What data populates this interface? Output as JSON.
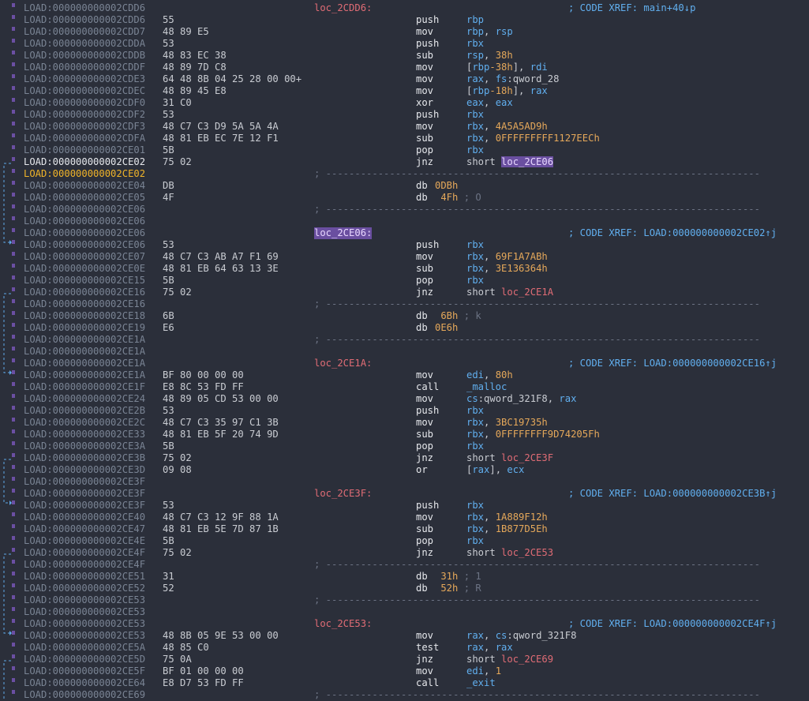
{
  "view": "IDA View",
  "lines": [
    {
      "addr": "LOAD:000000000002CDD6",
      "bytes": "",
      "label": "loc_2CDD6:",
      "xref": "; CODE XREF: main+40↓p"
    },
    {
      "addr": "LOAD:000000000002CDD6",
      "bytes": "55",
      "mnem": "push",
      "ops": [
        {
          "t": "rbp",
          "c": "reg"
        }
      ]
    },
    {
      "addr": "LOAD:000000000002CDD7",
      "bytes": "48 89 E5",
      "mnem": "mov",
      "ops": [
        {
          "t": "rbp",
          "c": "reg"
        },
        {
          "t": ", "
        },
        {
          "t": "rsp",
          "c": "reg"
        }
      ]
    },
    {
      "addr": "LOAD:000000000002CDDA",
      "bytes": "53",
      "mnem": "push",
      "ops": [
        {
          "t": "rbx",
          "c": "reg"
        }
      ]
    },
    {
      "addr": "LOAD:000000000002CDDB",
      "bytes": "48 83 EC 38",
      "mnem": "sub",
      "ops": [
        {
          "t": "rsp",
          "c": "reg"
        },
        {
          "t": ", "
        },
        {
          "t": "38h",
          "c": "num"
        }
      ]
    },
    {
      "addr": "LOAD:000000000002CDDF",
      "bytes": "48 89 7D C8",
      "mnem": "mov",
      "ops": [
        {
          "t": "["
        },
        {
          "t": "rbp",
          "c": "reg"
        },
        {
          "t": "-38h",
          "c": "num"
        },
        {
          "t": "], "
        },
        {
          "t": "rdi",
          "c": "reg"
        }
      ]
    },
    {
      "addr": "LOAD:000000000002CDE3",
      "bytes": "64 48 8B 04 25 28 00 00+",
      "mnem": "mov",
      "ops": [
        {
          "t": "rax",
          "c": "reg"
        },
        {
          "t": ", "
        },
        {
          "t": "fs",
          "c": "seg"
        },
        {
          "t": ":qword_28"
        }
      ]
    },
    {
      "addr": "LOAD:000000000002CDEC",
      "bytes": "48 89 45 E8",
      "mnem": "mov",
      "ops": [
        {
          "t": "["
        },
        {
          "t": "rbp",
          "c": "reg"
        },
        {
          "t": "-18h",
          "c": "num"
        },
        {
          "t": "], "
        },
        {
          "t": "rax",
          "c": "reg"
        }
      ]
    },
    {
      "addr": "LOAD:000000000002CDF0",
      "bytes": "31 C0",
      "mnem": "xor",
      "ops": [
        {
          "t": "eax",
          "c": "reg"
        },
        {
          "t": ", "
        },
        {
          "t": "eax",
          "c": "reg"
        }
      ]
    },
    {
      "addr": "LOAD:000000000002CDF2",
      "bytes": "53",
      "mnem": "push",
      "ops": [
        {
          "t": "rbx",
          "c": "reg"
        }
      ]
    },
    {
      "addr": "LOAD:000000000002CDF3",
      "bytes": "48 C7 C3 D9 5A 5A 4A",
      "mnem": "mov",
      "ops": [
        {
          "t": "rbx",
          "c": "reg"
        },
        {
          "t": ", "
        },
        {
          "t": "4A5A5AD9h",
          "c": "num"
        }
      ]
    },
    {
      "addr": "LOAD:000000000002CDFA",
      "bytes": "48 81 EB EC 7E 12 F1",
      "mnem": "sub",
      "ops": [
        {
          "t": "rbx",
          "c": "reg"
        },
        {
          "t": ", "
        },
        {
          "t": "0FFFFFFFFF1127EECh",
          "c": "num"
        }
      ]
    },
    {
      "addr": "LOAD:000000000002CE01",
      "bytes": "5B",
      "mnem": "pop",
      "ops": [
        {
          "t": "rbx",
          "c": "reg"
        }
      ]
    },
    {
      "addr": "LOAD:000000000002CE02",
      "bytes": "75 02",
      "mnem": "jnz",
      "cur": true,
      "ops": [
        {
          "t": "short "
        },
        {
          "t": "loc_2CE06",
          "c": "symsel"
        }
      ]
    },
    {
      "addr": "LOAD:000000000002CE02",
      "hl": true,
      "sep": "; ---------------------------------------------------------------------------"
    },
    {
      "addr": "LOAD:000000000002CE04",
      "bytes": "DB",
      "db": "0DBh"
    },
    {
      "addr": "LOAD:000000000002CE05",
      "bytes": "4F",
      "db": "4Fh",
      "cmt": "; O"
    },
    {
      "addr": "LOAD:000000000002CE06",
      "sep": "; ---------------------------------------------------------------------------"
    },
    {
      "addr": "LOAD:000000000002CE06"
    },
    {
      "addr": "LOAD:000000000002CE06",
      "label": "loc_2CE06:",
      "labelSel": true,
      "xref": "; CODE XREF: LOAD:000000000002CE02↑j"
    },
    {
      "addr": "LOAD:000000000002CE06",
      "bytes": "53",
      "mnem": "push",
      "ops": [
        {
          "t": "rbx",
          "c": "reg"
        }
      ]
    },
    {
      "addr": "LOAD:000000000002CE07",
      "bytes": "48 C7 C3 AB A7 F1 69",
      "mnem": "mov",
      "ops": [
        {
          "t": "rbx",
          "c": "reg"
        },
        {
          "t": ", "
        },
        {
          "t": "69F1A7ABh",
          "c": "num"
        }
      ]
    },
    {
      "addr": "LOAD:000000000002CE0E",
      "bytes": "48 81 EB 64 63 13 3E",
      "mnem": "sub",
      "ops": [
        {
          "t": "rbx",
          "c": "reg"
        },
        {
          "t": ", "
        },
        {
          "t": "3E136364h",
          "c": "num"
        }
      ]
    },
    {
      "addr": "LOAD:000000000002CE15",
      "bytes": "5B",
      "mnem": "pop",
      "ops": [
        {
          "t": "rbx",
          "c": "reg"
        }
      ]
    },
    {
      "addr": "LOAD:000000000002CE16",
      "bytes": "75 02",
      "mnem": "jnz",
      "ops": [
        {
          "t": "short "
        },
        {
          "t": "loc_2CE1A",
          "c": "sym"
        }
      ]
    },
    {
      "addr": "LOAD:000000000002CE16",
      "sep": "; ---------------------------------------------------------------------------"
    },
    {
      "addr": "LOAD:000000000002CE18",
      "bytes": "6B",
      "db": "6Bh",
      "cmt": "; k"
    },
    {
      "addr": "LOAD:000000000002CE19",
      "bytes": "E6",
      "db": "0E6h"
    },
    {
      "addr": "LOAD:000000000002CE1A",
      "sep": "; ---------------------------------------------------------------------------"
    },
    {
      "addr": "LOAD:000000000002CE1A"
    },
    {
      "addr": "LOAD:000000000002CE1A",
      "label": "loc_2CE1A:",
      "xref": "; CODE XREF: LOAD:000000000002CE16↑j"
    },
    {
      "addr": "LOAD:000000000002CE1A",
      "bytes": "BF 80 00 00 00",
      "mnem": "mov",
      "ops": [
        {
          "t": "edi",
          "c": "reg"
        },
        {
          "t": ", "
        },
        {
          "t": "80h",
          "c": "num"
        }
      ]
    },
    {
      "addr": "LOAD:000000000002CE1F",
      "bytes": "E8 8C 53 FD FF",
      "mnem": "call",
      "ops": [
        {
          "t": "_malloc",
          "c": "reg"
        }
      ]
    },
    {
      "addr": "LOAD:000000000002CE24",
      "bytes": "48 89 05 CD 53 00 00",
      "mnem": "mov",
      "ops": [
        {
          "t": "cs",
          "c": "seg"
        },
        {
          "t": ":qword_321F8, "
        },
        {
          "t": "rax",
          "c": "reg"
        }
      ]
    },
    {
      "addr": "LOAD:000000000002CE2B",
      "bytes": "53",
      "mnem": "push",
      "ops": [
        {
          "t": "rbx",
          "c": "reg"
        }
      ]
    },
    {
      "addr": "LOAD:000000000002CE2C",
      "bytes": "48 C7 C3 35 97 C1 3B",
      "mnem": "mov",
      "ops": [
        {
          "t": "rbx",
          "c": "reg"
        },
        {
          "t": ", "
        },
        {
          "t": "3BC19735h",
          "c": "num"
        }
      ]
    },
    {
      "addr": "LOAD:000000000002CE33",
      "bytes": "48 81 EB 5F 20 74 9D",
      "mnem": "sub",
      "ops": [
        {
          "t": "rbx",
          "c": "reg"
        },
        {
          "t": ", "
        },
        {
          "t": "0FFFFFFFF9D74205Fh",
          "c": "num"
        }
      ]
    },
    {
      "addr": "LOAD:000000000002CE3A",
      "bytes": "5B",
      "mnem": "pop",
      "ops": [
        {
          "t": "rbx",
          "c": "reg"
        }
      ]
    },
    {
      "addr": "LOAD:000000000002CE3B",
      "bytes": "75 02",
      "mnem": "jnz",
      "ops": [
        {
          "t": "short "
        },
        {
          "t": "loc_2CE3F",
          "c": "sym"
        }
      ]
    },
    {
      "addr": "LOAD:000000000002CE3D",
      "bytes": "09 08",
      "mnem": "or",
      "ops": [
        {
          "t": "["
        },
        {
          "t": "rax",
          "c": "reg"
        },
        {
          "t": "], "
        },
        {
          "t": "ecx",
          "c": "reg"
        }
      ]
    },
    {
      "addr": "LOAD:000000000002CE3F"
    },
    {
      "addr": "LOAD:000000000002CE3F",
      "label": "loc_2CE3F:",
      "xref": "; CODE XREF: LOAD:000000000002CE3B↑j"
    },
    {
      "addr": "LOAD:000000000002CE3F",
      "bytes": "53",
      "mnem": "push",
      "ops": [
        {
          "t": "rbx",
          "c": "reg"
        }
      ]
    },
    {
      "addr": "LOAD:000000000002CE40",
      "bytes": "48 C7 C3 12 9F 88 1A",
      "mnem": "mov",
      "ops": [
        {
          "t": "rbx",
          "c": "reg"
        },
        {
          "t": ", "
        },
        {
          "t": "1A889F12h",
          "c": "num"
        }
      ]
    },
    {
      "addr": "LOAD:000000000002CE47",
      "bytes": "48 81 EB 5E 7D 87 1B",
      "mnem": "sub",
      "ops": [
        {
          "t": "rbx",
          "c": "reg"
        },
        {
          "t": ", "
        },
        {
          "t": "1B877D5Eh",
          "c": "num"
        }
      ]
    },
    {
      "addr": "LOAD:000000000002CE4E",
      "bytes": "5B",
      "mnem": "pop",
      "ops": [
        {
          "t": "rbx",
          "c": "reg"
        }
      ]
    },
    {
      "addr": "LOAD:000000000002CE4F",
      "bytes": "75 02",
      "mnem": "jnz",
      "ops": [
        {
          "t": "short "
        },
        {
          "t": "loc_2CE53",
          "c": "sym"
        }
      ]
    },
    {
      "addr": "LOAD:000000000002CE4F",
      "sep": "; ---------------------------------------------------------------------------"
    },
    {
      "addr": "LOAD:000000000002CE51",
      "bytes": "31",
      "db": "31h",
      "cmt": "; 1"
    },
    {
      "addr": "LOAD:000000000002CE52",
      "bytes": "52",
      "db": "52h",
      "cmt": "; R"
    },
    {
      "addr": "LOAD:000000000002CE53",
      "sep": "; ---------------------------------------------------------------------------"
    },
    {
      "addr": "LOAD:000000000002CE53"
    },
    {
      "addr": "LOAD:000000000002CE53",
      "label": "loc_2CE53:",
      "xref": "; CODE XREF: LOAD:000000000002CE4F↑j"
    },
    {
      "addr": "LOAD:000000000002CE53",
      "bytes": "48 8B 05 9E 53 00 00",
      "mnem": "mov",
      "ops": [
        {
          "t": "rax",
          "c": "reg"
        },
        {
          "t": ", "
        },
        {
          "t": "cs",
          "c": "seg"
        },
        {
          "t": ":qword_321F8"
        }
      ]
    },
    {
      "addr": "LOAD:000000000002CE5A",
      "bytes": "48 85 C0",
      "mnem": "test",
      "ops": [
        {
          "t": "rax",
          "c": "reg"
        },
        {
          "t": ", "
        },
        {
          "t": "rax",
          "c": "reg"
        }
      ]
    },
    {
      "addr": "LOAD:000000000002CE5D",
      "bytes": "75 0A",
      "mnem": "jnz",
      "ops": [
        {
          "t": "short "
        },
        {
          "t": "loc_2CE69",
          "c": "sym"
        }
      ]
    },
    {
      "addr": "LOAD:000000000002CE5F",
      "bytes": "BF 01 00 00 00",
      "mnem": "mov",
      "ops": [
        {
          "t": "edi",
          "c": "reg"
        },
        {
          "t": ", "
        },
        {
          "t": "1",
          "c": "num"
        }
      ]
    },
    {
      "addr": "LOAD:000000000002CE64",
      "bytes": "E8 D7 53 FD FF",
      "mnem": "call",
      "ops": [
        {
          "t": "_exit",
          "c": "reg"
        }
      ]
    },
    {
      "addr": "LOAD:000000000002CE69",
      "sep": "; ---------------------------------------------------------------------------"
    }
  ]
}
